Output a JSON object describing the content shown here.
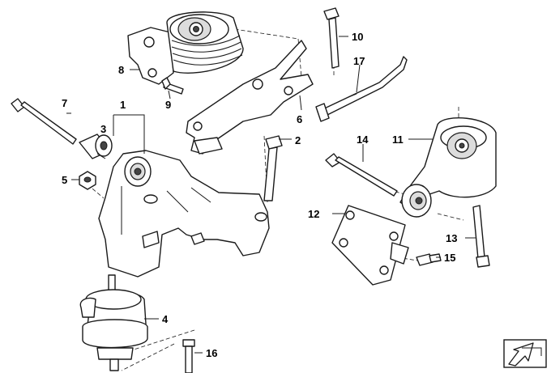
{
  "callouts": {
    "c1": "1",
    "c2": "2",
    "c3": "3",
    "c4": "4",
    "c5": "5",
    "c6": "6",
    "c7": "7",
    "c8": "8",
    "c9": "9",
    "c10": "10",
    "c11": "11",
    "c12": "12",
    "c13": "13",
    "c14": "14",
    "c15": "15",
    "c16": "16",
    "c17": "17"
  },
  "icons": {
    "corner": "direction-arrow-icon"
  }
}
